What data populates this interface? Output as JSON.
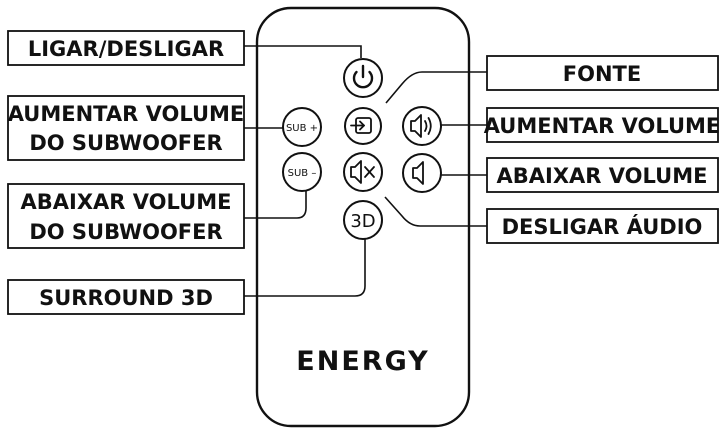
{
  "brand": "ENERGY",
  "labels": {
    "power": "LIGAR/DESLIGAR",
    "sub_up_line1": "AUMENTAR VOLUME",
    "sub_up_line2": "DO SUBWOOFER",
    "sub_down_line1": "ABAIXAR VOLUME",
    "sub_down_line2": "DO SUBWOOFER",
    "surround": "SURROUND 3D",
    "source": "FONTE",
    "vol_up": "AUMENTAR VOLUME",
    "vol_down": "ABAIXAR VOLUME",
    "mute": "DESLIGAR ÁUDIO"
  },
  "buttons": {
    "sub_plus": "SUB +",
    "sub_minus": "SUB –",
    "surround_3d": "3D"
  },
  "colors": {
    "stroke": "#111111",
    "background": "#ffffff"
  }
}
